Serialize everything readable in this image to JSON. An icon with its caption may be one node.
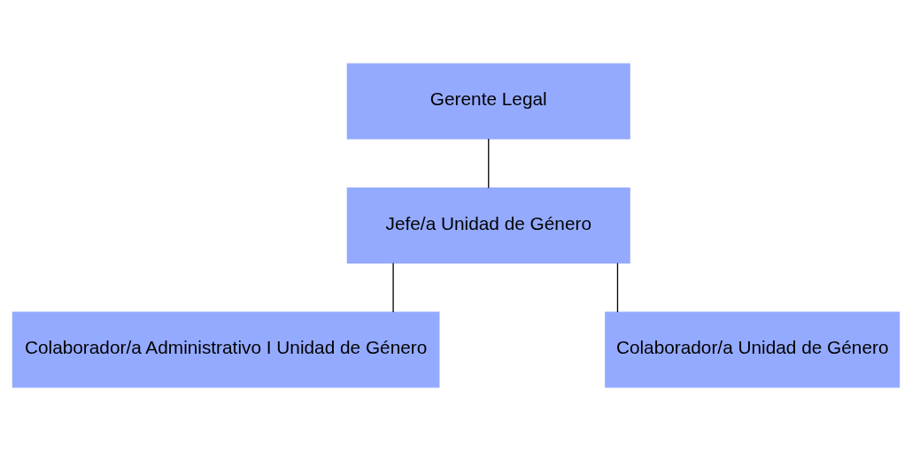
{
  "diagram": {
    "nodes": [
      {
        "text": [
          "Gerente Legal"
        ]
      },
      {
        "text": [
          "Jefe/a Unidad de Género"
        ]
      },
      {
        "text": [
          "Colaborador/a Administrativo I Unidad de Género"
        ]
      },
      {
        "text": [
          "Colaborador/a Unidad de Género"
        ]
      }
    ],
    "edges": [
      {
        "from": 0,
        "to": 1,
        "arrow": "none"
      },
      {
        "from": 1,
        "to": 2,
        "arrow": "none"
      },
      {
        "from": 1,
        "to": 3,
        "arrow": "none"
      }
    ]
  }
}
